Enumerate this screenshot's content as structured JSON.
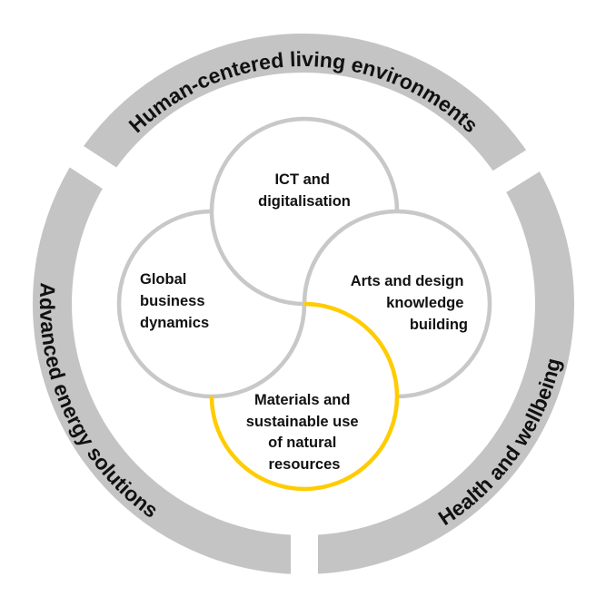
{
  "colors": {
    "ring": "#c4c4c4",
    "circle": "#c8c8c8",
    "highlight": "#ffcc00",
    "text": "#111111"
  },
  "ring": {
    "top": "Human-centered living environments",
    "left": "Advanced energy solutions",
    "right": "Health and wellbeing"
  },
  "circles": {
    "ict": [
      "ICT and",
      "digitalisation"
    ],
    "global": [
      "Global",
      "business",
      "dynamics"
    ],
    "arts": [
      "Arts and design",
      "knowledge",
      "building"
    ],
    "materials": [
      "Materials and",
      "sustainable use",
      "of natural",
      "resources"
    ]
  }
}
